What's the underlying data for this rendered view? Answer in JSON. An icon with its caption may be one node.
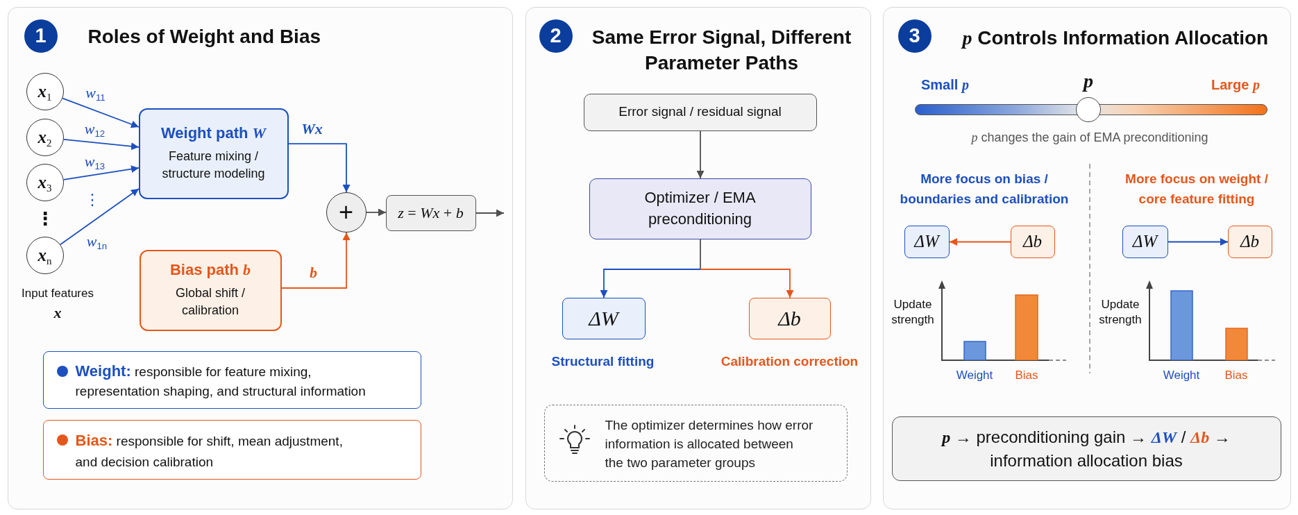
{
  "diagram": {
    "nodes": [
      {
        "text": [
          "Roles of Weight and Bias"
        ]
      },
      {
        "text": [
          "1"
        ],
        "in": 0
      },
      {
        "text": [
          "*x*$_{1}$"
        ],
        "in": 0
      },
      {
        "text": [
          "*x*$_{2}$"
        ],
        "in": 0
      },
      {
        "text": [
          "*x*$_{3}$"
        ],
        "in": 0
      },
      {
        "text": [
          "*x*$_{n}$"
        ],
        "in": 0
      },
      {
        "text": [
          "Weight path *W*",
          "Feature mixing / structure modeling"
        ],
        "in": 0
      },
      {
        "text": [
          "Bias path *b*",
          "Global shift / calibration"
        ],
        "in": 0
      },
      {
        "text": [
          "+"
        ],
        "in": 0
      },
      {
        "text": [
          "*z* = *Wx* + *b*"
        ],
        "in": 0
      },
      {
        "text": [
          "**Weight:** responsible for feature mixing, representation shaping, and structural information"
        ],
        "in": 0
      },
      {
        "text": [
          "**Bias:** responsible for shift, mean adjustment, and decision calibration"
        ],
        "in": 0
      },
      {
        "text": [
          "Same Error Signal, Different Parameter Paths"
        ]
      },
      {
        "text": [
          "2"
        ],
        "in": 12
      },
      {
        "text": [
          "Error signal / residual signal"
        ],
        "in": 12
      },
      {
        "text": [
          "Optimizer / EMA preconditioning"
        ],
        "in": 12
      },
      {
        "text": [
          "ΔW"
        ],
        "in": 12,
        "beside": [
          "Structural fitting"
        ]
      },
      {
        "text": [
          "Δb"
        ],
        "in": 12,
        "beside": [
          "Calibration correction"
        ]
      },
      {
        "text": [
          "The optimizer determines how error information is allocated between the two parameter groups"
        ],
        "in": 12
      },
      {
        "text": [
          "*p* Controls Information Allocation"
        ]
      },
      {
        "text": [
          "3"
        ],
        "in": 19
      },
      {
        "text": [
          "ΔW"
        ],
        "in": 19
      },
      {
        "text": [
          "Δb"
        ],
        "in": 19
      },
      {
        "text": [
          "ΔW"
        ],
        "in": 19
      },
      {
        "text": [
          "Δb"
        ],
        "in": 19
      },
      {
        "text": [
          "*p* → preconditioning gain → **ΔW** / **Δb** → information allocation bias"
        ],
        "in": 19
      }
    ],
    "edges": [
      {
        "from": 2,
        "to": 6,
        "arrow": "to",
        "label": "*w*$_{11}$"
      },
      {
        "from": 3,
        "to": 6,
        "arrow": "to",
        "label": "*w*$_{12}$"
      },
      {
        "from": 4,
        "to": 6,
        "arrow": "to",
        "label": "*w*$_{13}$"
      },
      {
        "from": 5,
        "to": 6,
        "arrow": "to",
        "label": "*w*$_{1n}$"
      },
      {
        "from": 6,
        "to": 8,
        "arrow": "to",
        "label": "Wx"
      },
      {
        "from": 7,
        "to": 8,
        "arrow": "to",
        "label": "b",
        "color": "#e4571b"
      },
      {
        "from": 8,
        "to": 9,
        "arrow": "to",
        "color": "#505050"
      },
      {
        "from": 9,
        "to": null,
        "arrow": "to",
        "color": "#505050"
      },
      {
        "from": 14,
        "to": 15,
        "arrow": "to",
        "color": "#505050"
      },
      {
        "from": 15,
        "to": 16,
        "arrow": "to"
      },
      {
        "from": 15,
        "to": 17,
        "arrow": "to",
        "color": "#e4571b"
      },
      {
        "from": 22,
        "to": 21,
        "arrow": "to",
        "color": "#e4571b"
      },
      {
        "from": 23,
        "to": 24,
        "arrow": "to"
      }
    ],
    "labels": [
      "⋮",
      "⋮",
      "Input features *x*",
      "Small *p*",
      "p",
      "Large *p*",
      "*p* changes the gain of EMA preconditioning",
      "More focus on bias / boundaries and calibration",
      "More focus on weight / core feature fitting",
      "Update strength",
      "Weight",
      "Bias",
      "Update strength",
      "Weight",
      "Bias"
    ]
  }
}
